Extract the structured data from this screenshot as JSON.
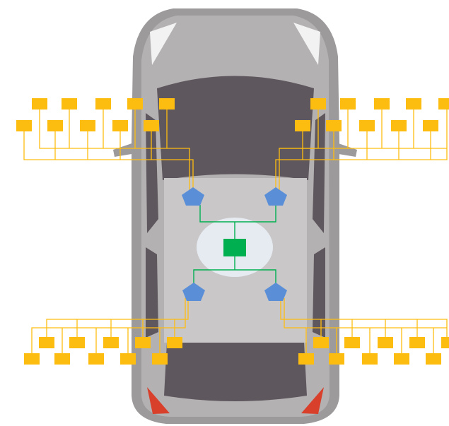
{
  "colors": {
    "background": "#ffffff",
    "car_body_outer": "#9d9a9b",
    "car_body": "#b4b1b2",
    "roof": "#c9c7c8",
    "glass": "#5e575d",
    "window_highlight": "#f2f2f2",
    "tail_light": "#d8402c",
    "ecu": "#fdbd10",
    "ecu_wire": "#fdbd10",
    "zone_gateway": "#5a8fd7",
    "central_compute": "#00b050",
    "backbone_wire": "#00b050",
    "central_halo": "#e6ebf1"
  },
  "diagram": {
    "description_visible_text": "",
    "nodes": {
      "central_compute": {
        "count": 1,
        "shape": "square"
      },
      "zone_gateways": {
        "count": 4,
        "shape": "pentagon",
        "zones": [
          "front-left",
          "front-right",
          "rear-left",
          "rear-right"
        ]
      },
      "ecus_per_zone": {
        "front-left": 10,
        "front-right": 10,
        "rear-left": 10,
        "rear-right": 10
      }
    }
  }
}
